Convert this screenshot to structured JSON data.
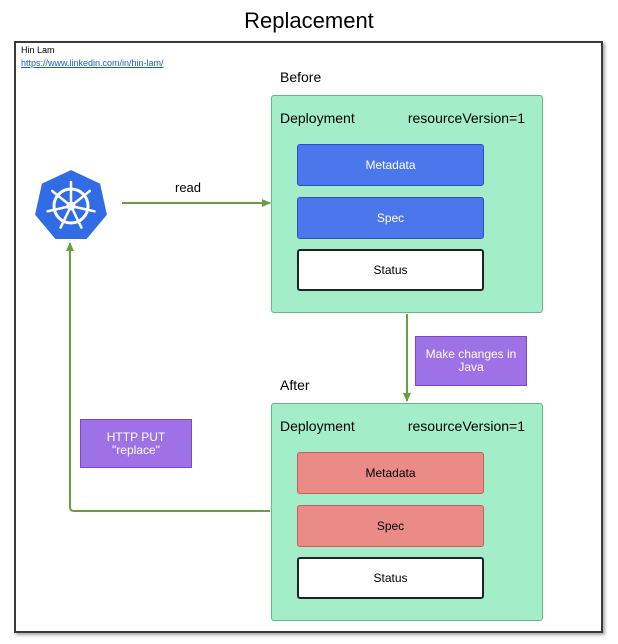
{
  "title": "Replacement",
  "author": {
    "name": "Hin Lam",
    "link": "https://www.linkedin.com/in/hin-lam/"
  },
  "before": {
    "label": "Before",
    "deployment": "Deployment",
    "resource_version": "resourceVersion=1",
    "fields": [
      "Metadata",
      "Spec",
      "Status"
    ]
  },
  "after": {
    "label": "After",
    "deployment": "Deployment",
    "resource_version": "resourceVersion=1",
    "fields": [
      "Metadata",
      "Spec",
      "Status"
    ]
  },
  "edges": {
    "read": "read",
    "make_changes": "Make changes in Java",
    "http_put_line1": "HTTP PUT",
    "http_put_line2": "\"replace\""
  },
  "colors": {
    "deployment_fill": "#a3edc9",
    "unchanged_field": "#4a78ec",
    "changed_field": "#ea8b87",
    "note_fill": "#9f71e6",
    "arrow": "#6a9f3f",
    "kubernetes_blue": "#326ce5"
  },
  "icons": {
    "cluster": "kubernetes-helm-icon"
  }
}
